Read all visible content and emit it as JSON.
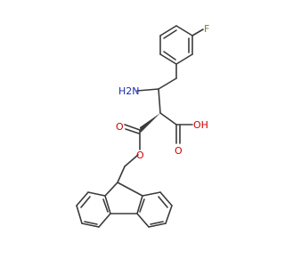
{
  "diagram": {
    "type": "skeletal-structure",
    "labels": {
      "fluorine": "F",
      "amino": "H2N",
      "hydroxyl": "OH",
      "acid_carbonyl_oxygen": "O",
      "ester_carbonyl_oxygen": "O",
      "ester_oxygen": "O"
    },
    "colors": {
      "bond": "#3a3a3a",
      "nitrogen": "#1a2fb0",
      "oxygen": "#d40000",
      "fluorine": "#6b8e23",
      "background": "#ffffff"
    }
  }
}
